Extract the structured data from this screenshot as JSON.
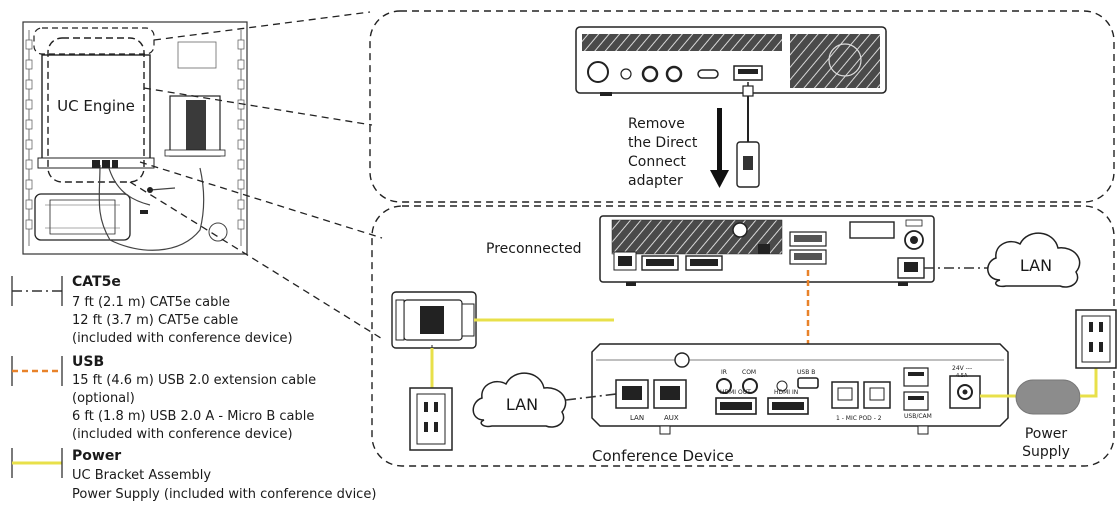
{
  "labels": {
    "uc_engine": "UC Engine",
    "remove_adapter": [
      "Remove",
      "the Direct",
      "Connect",
      "adapter"
    ],
    "preconnected": "Preconnected",
    "lan_right": "LAN",
    "lan_left": "LAN",
    "conference_device": "Conference Device",
    "power_supply": [
      "Power",
      "Supply"
    ],
    "port_lan": "LAN",
    "port_aux": "AUX",
    "port_hdmi_out": "HDMI OUT",
    "port_hdmi_in": "HDMI IN",
    "port_usb_b": "USB B",
    "port_mic_pod": "1 - MIC POD - 2",
    "port_usb_cam": "USB/CAM",
    "port_ir": "IR",
    "port_com": "COM",
    "port_rating": "24V ---",
    "port_amps": "4.5A"
  },
  "legend": [
    {
      "title": "CAT5e",
      "line_style": "dash-dot",
      "color": "#333333",
      "lines": [
        "7 ft (2.1 m) CAT5e cable",
        "12 ft (3.7 m) CAT5e cable",
        "(included with conference device)"
      ]
    },
    {
      "title": "USB",
      "line_style": "dashed",
      "color": "#e8822a",
      "lines": [
        "15 ft (4.6 m) USB 2.0 extension cable",
        "(optional)",
        "6 ft (1.8 m) USB 2.0 A - Micro B cable",
        "(included with conference device)"
      ]
    },
    {
      "title": "Power",
      "line_style": "solid",
      "color": "#e8e04a",
      "lines": [
        "UC Bracket Assembly",
        "Power Supply (included with conference dvice)"
      ]
    }
  ],
  "colors": {
    "line": "#2b2b2b",
    "usb": "#e8822a",
    "power": "#e8e04a",
    "power_brick": "#8c8c8c",
    "background": "#ffffff"
  }
}
